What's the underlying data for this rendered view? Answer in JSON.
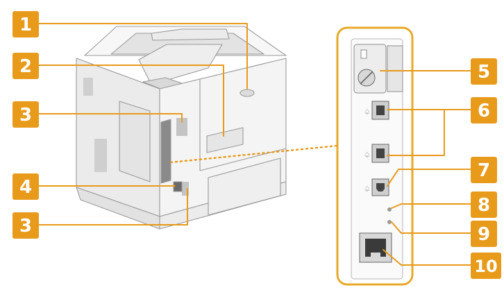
{
  "callouts": [
    {
      "label": "1"
    },
    {
      "label": "2"
    },
    {
      "label": "3"
    },
    {
      "label": "4"
    },
    {
      "label": "3"
    },
    {
      "label": "5"
    },
    {
      "label": "6"
    },
    {
      "label": "7"
    },
    {
      "label": "8"
    },
    {
      "label": "9"
    },
    {
      "label": "10"
    }
  ],
  "colors": {
    "callout": "#e89a1a",
    "leader": "#e89a1a",
    "printer_body": "#f4f4f4",
    "printer_outline": "#9a9a9a",
    "printer_shadow": "#d6d6d6",
    "panel_border": "#e8a928"
  }
}
